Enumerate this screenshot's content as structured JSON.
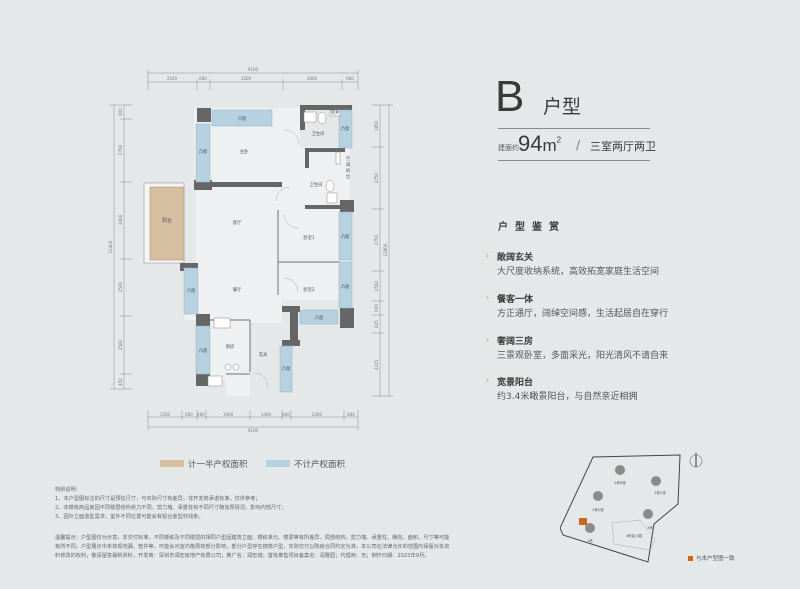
{
  "header": {
    "unit_letter": "B",
    "unit_type_label": "户型",
    "area_label": "建面约",
    "area_value": "94",
    "area_unit": "m",
    "area_sup": "2",
    "separator": "/",
    "layout": "三室两厅两卫"
  },
  "features": {
    "section_title": "户型鉴赏",
    "items": [
      {
        "name": "敞阔玄关",
        "desc": "大尺度收纳系统，高效拓宽家庭生活空间"
      },
      {
        "name": "餐客一体",
        "desc": "方正通厅，阔绰空间感，生活起居自在穿行"
      },
      {
        "name": "奢阔三房",
        "desc": "三景观卧室，多面采光，阳光清风不请自来"
      },
      {
        "name": "宽景阳台",
        "desc": "约3.4米瞰景阳台，与自然亲近相拥"
      }
    ]
  },
  "legend": {
    "half": {
      "label": "计一半产权面积",
      "color": "#d6bea0"
    },
    "none": {
      "label": "不计产权面积",
      "color": "#b6d2e0"
    }
  },
  "floor_plan": {
    "rooms": {
      "master": "主卧",
      "bath1": "卫生间",
      "bath2": "卫生间",
      "living": "客厅",
      "dining": "餐厅",
      "balcony": "阳台",
      "bed1": "卧室1",
      "bed2": "卧室2",
      "kitchen": "厨房",
      "entry": "玄关",
      "ac": "空调机位",
      "window": "凸窗",
      "pipe": "管井",
      "fridge": "冰箱"
    },
    "dims_top": {
      "total": "9100",
      "segments": [
        "2100",
        "600",
        "3200",
        "2600",
        "600"
      ]
    },
    "dims_bottom": {
      "total": "9100",
      "segments": [
        "1500",
        "600",
        "400",
        "1900",
        "1400",
        "400",
        "2300",
        "600"
      ]
    },
    "dims_left": {
      "total": "12400",
      "segments": [
        "400",
        "2700",
        "3400",
        "2500",
        "2500",
        "450"
      ]
    },
    "dims_right": {
      "total": "12800",
      "segments": [
        "1850",
        "2750",
        "2750",
        "2550",
        "600",
        "825",
        "2225"
      ]
    }
  },
  "notes": {
    "title": "特别说明：",
    "lines": [
      "1、本户型图标注的尺寸是预估尺寸，与实际尺寸有差异，非开发商承诺标准，仅供参考；",
      "2、本楼栋商品房因不同楼层结构受力不同，剪力墙、承重柱有不同尺寸略加厚情况，影响内部尺寸；",
      "3、因外立面造型需求，室外不同位置可能会有铝合金型材线条。"
    ],
    "disclaimer": [
      "温馨提示：户型图仅为示意，非交付标准，不同楼栋及不同楼层的相同户型因建筑立面、楼栋单元、楼层等有所差异，局部结构、剪力墙、承重柱、朝向、面积、尺寸等可能",
      "有所不同，户型展示中未体现地漏、管井等，可能会对室内格局有部分影响，部分户型存在镜像户型，实际交付以购房合同约定为准，本公司在法律允许的范围内保留对本资",
      "料修改的权利，敬请留意最新资料，开发商：深圳市润宏房地产有限公司；推广名：润宏城；首批推售项目备案名：润雅园；代理商：无；制作日期：2023年9月。"
    ]
  },
  "site_plan": {
    "buildings": [
      "2栋B座",
      "2栋C座",
      "2栋A座",
      "3栋",
      "1栋",
      "4栋幼儿园"
    ],
    "highlight_color": "#c8681e",
    "legend": "与本户型图一致",
    "compass": "north-arrow"
  }
}
